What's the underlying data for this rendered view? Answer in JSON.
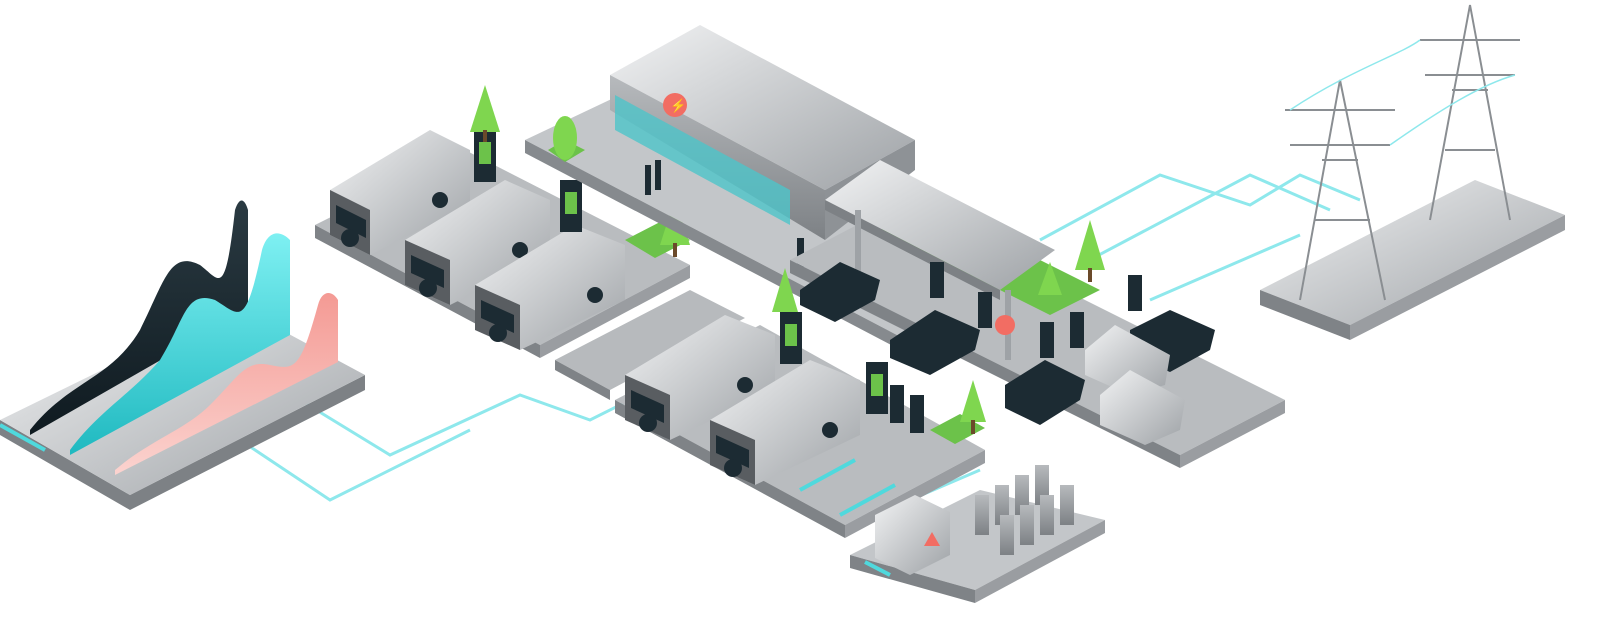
{
  "scene": {
    "subject": "",
    "elements": {
      "chart_panel": "wave-chart-panel",
      "depot": "truck-depot",
      "building": "service-building",
      "canopy": "charging-canopy",
      "lot": "car-charging-lot",
      "transformer": "transformer-and-battery-storage",
      "grid": "transmission-towers"
    },
    "palette": {
      "dark": "#1c2b33",
      "teal": "#4fd9dd",
      "salmon": "#f4a6a0",
      "green": "#6cc24a",
      "tree": "#7fd64f",
      "ground": "#c9cbcd",
      "wire": "#8ee8ec",
      "warning": "#f26d63"
    }
  }
}
